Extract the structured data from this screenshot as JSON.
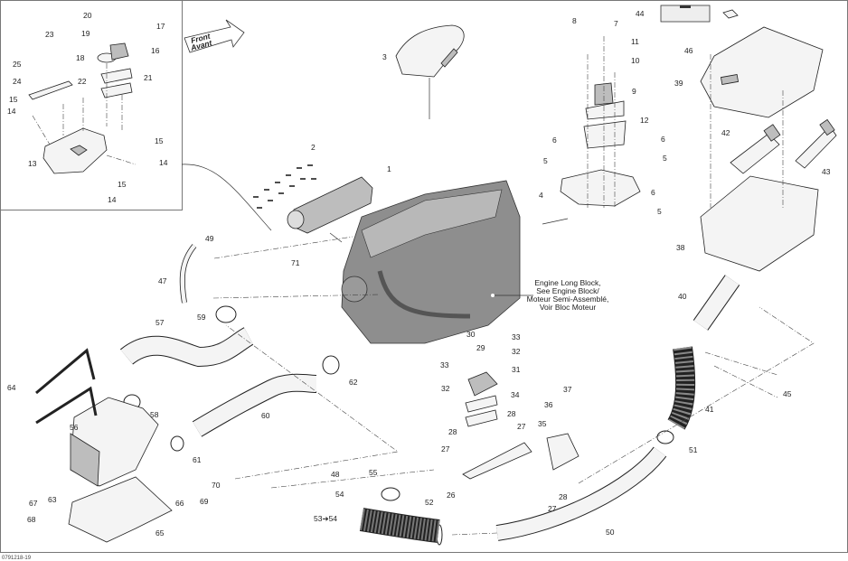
{
  "figure": {
    "title": "Engine parts exploded view",
    "figure_id": "0791218-19",
    "orientation_arrow": {
      "line1": "Front",
      "line2": "Avant"
    },
    "engine_note": [
      "Engine Long Block,",
      "See Engine Block/",
      "Moteur Semi-Assemblé,",
      "Voir Bloc Moteur"
    ],
    "callouts": [
      {
        "id": "1",
        "label": "1"
      },
      {
        "id": "2",
        "label": "2"
      },
      {
        "id": "3",
        "label": "3"
      },
      {
        "id": "4",
        "label": "4"
      },
      {
        "id": "5a",
        "label": "5"
      },
      {
        "id": "5b",
        "label": "5"
      },
      {
        "id": "5c",
        "label": "5"
      },
      {
        "id": "6a",
        "label": "6"
      },
      {
        "id": "6b",
        "label": "6"
      },
      {
        "id": "6c",
        "label": "6"
      },
      {
        "id": "7",
        "label": "7"
      },
      {
        "id": "8",
        "label": "8"
      },
      {
        "id": "9",
        "label": "9"
      },
      {
        "id": "10",
        "label": "10"
      },
      {
        "id": "11",
        "label": "11"
      },
      {
        "id": "12",
        "label": "12"
      },
      {
        "id": "13",
        "label": "13"
      },
      {
        "id": "14a",
        "label": "14"
      },
      {
        "id": "14b",
        "label": "14"
      },
      {
        "id": "14c",
        "label": "14"
      },
      {
        "id": "15a",
        "label": "15"
      },
      {
        "id": "15b",
        "label": "15"
      },
      {
        "id": "15c",
        "label": "15"
      },
      {
        "id": "16",
        "label": "16"
      },
      {
        "id": "17",
        "label": "17"
      },
      {
        "id": "18",
        "label": "18"
      },
      {
        "id": "19",
        "label": "19"
      },
      {
        "id": "20",
        "label": "20"
      },
      {
        "id": "21",
        "label": "21"
      },
      {
        "id": "22",
        "label": "22"
      },
      {
        "id": "23",
        "label": "23"
      },
      {
        "id": "24",
        "label": "24"
      },
      {
        "id": "25",
        "label": "25"
      },
      {
        "id": "26",
        "label": "26"
      },
      {
        "id": "27a",
        "label": "27"
      },
      {
        "id": "27b",
        "label": "27"
      },
      {
        "id": "27c",
        "label": "27"
      },
      {
        "id": "28a",
        "label": "28"
      },
      {
        "id": "28b",
        "label": "28"
      },
      {
        "id": "28c",
        "label": "28"
      },
      {
        "id": "29",
        "label": "29"
      },
      {
        "id": "30",
        "label": "30"
      },
      {
        "id": "31",
        "label": "31"
      },
      {
        "id": "32a",
        "label": "32"
      },
      {
        "id": "32b",
        "label": "32"
      },
      {
        "id": "33a",
        "label": "33"
      },
      {
        "id": "33b",
        "label": "33"
      },
      {
        "id": "34",
        "label": "34"
      },
      {
        "id": "35",
        "label": "35"
      },
      {
        "id": "36",
        "label": "36"
      },
      {
        "id": "37",
        "label": "37"
      },
      {
        "id": "38",
        "label": "38"
      },
      {
        "id": "39",
        "label": "39"
      },
      {
        "id": "40",
        "label": "40"
      },
      {
        "id": "41",
        "label": "41"
      },
      {
        "id": "42",
        "label": "42"
      },
      {
        "id": "43",
        "label": "43"
      },
      {
        "id": "44",
        "label": "44"
      },
      {
        "id": "45",
        "label": "45"
      },
      {
        "id": "46",
        "label": "46"
      },
      {
        "id": "47",
        "label": "47"
      },
      {
        "id": "48",
        "label": "48"
      },
      {
        "id": "49",
        "label": "49"
      },
      {
        "id": "50",
        "label": "50"
      },
      {
        "id": "51",
        "label": "51"
      },
      {
        "id": "52",
        "label": "52"
      },
      {
        "id": "53",
        "label": "53➔54"
      },
      {
        "id": "54",
        "label": "54"
      },
      {
        "id": "55",
        "label": "55"
      },
      {
        "id": "56",
        "label": "56"
      },
      {
        "id": "57",
        "label": "57"
      },
      {
        "id": "58",
        "label": "58"
      },
      {
        "id": "59",
        "label": "59"
      },
      {
        "id": "60",
        "label": "60"
      },
      {
        "id": "61",
        "label": "61"
      },
      {
        "id": "62",
        "label": "62"
      },
      {
        "id": "63",
        "label": "63"
      },
      {
        "id": "64",
        "label": "64"
      },
      {
        "id": "65",
        "label": "65"
      },
      {
        "id": "66",
        "label": "66"
      },
      {
        "id": "67",
        "label": "67"
      },
      {
        "id": "68",
        "label": "68"
      },
      {
        "id": "69",
        "label": "69"
      },
      {
        "id": "70",
        "label": "70"
      },
      {
        "id": "71",
        "label": "71"
      }
    ]
  }
}
